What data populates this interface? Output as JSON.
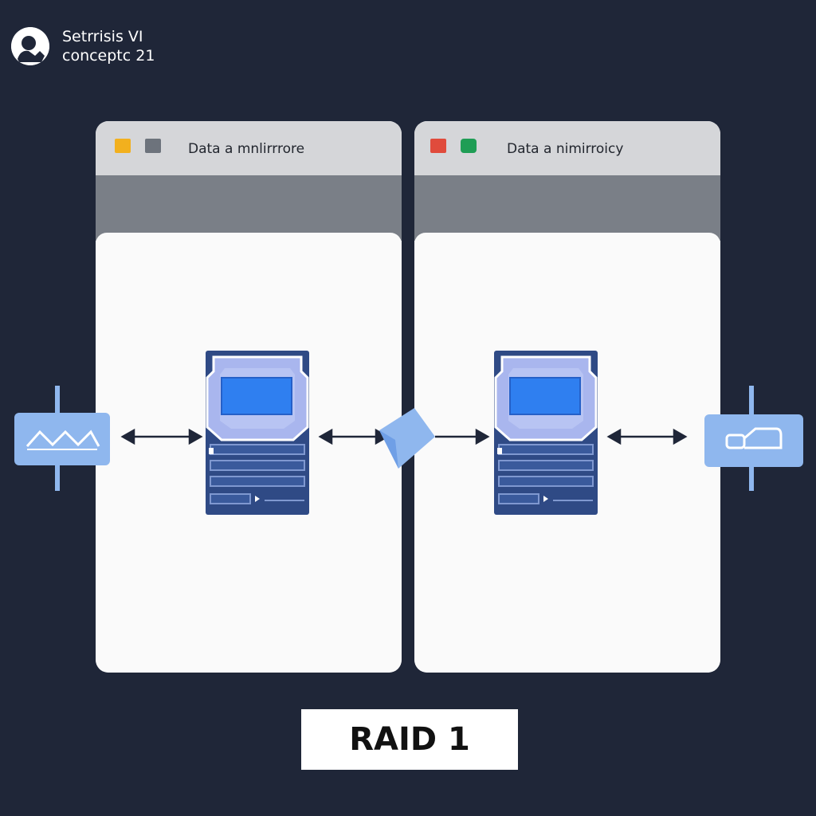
{
  "header": {
    "brand_line1": "Setrrisis VI",
    "brand_line2": "conceptc 21",
    "logo_icon": "user-avatar-icon"
  },
  "panels": [
    {
      "title": "Data a mnlirrrore",
      "indicator_colors": [
        "#f2b01e",
        "#6d737c"
      ]
    },
    {
      "title": "Data a nimirroicy",
      "indicator_colors": [
        "#e04b3c",
        "#1f9d55"
      ]
    }
  ],
  "drives": [
    {
      "icon": "hard-drive-icon"
    },
    {
      "icon": "hard-drive-icon"
    }
  ],
  "connectors": {
    "left_icon": "network-wave-icon",
    "right_icon": "key-icon",
    "middle_icon": "data-sync-icon"
  },
  "caption": {
    "label": "RAID 1"
  },
  "colors": {
    "background": "#1f2638",
    "panel": "#fafafa",
    "titlebar": "#d5d6d9",
    "band": "#7a7f87",
    "drive_body": "#33508a",
    "drive_screen": "#2f7ff0",
    "connector": "#8fb7ee"
  }
}
